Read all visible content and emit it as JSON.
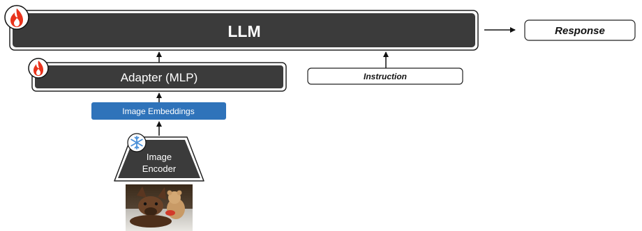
{
  "llm": {
    "label": "LLM",
    "trainable": true
  },
  "response": {
    "label": "Response"
  },
  "adapter": {
    "label": "Adapter (MLP)",
    "trainable": true
  },
  "instruction": {
    "label": "Instruction"
  },
  "embeddings": {
    "label": "Image Embeddings"
  },
  "encoder": {
    "line1": "Image",
    "line2": "Encoder",
    "frozen": true
  },
  "input_image": {
    "description": "photo"
  },
  "icons": {
    "trainable": "fire-icon",
    "frozen": "snowflake-icon"
  },
  "colors": {
    "block_fill": "#3b3b3b",
    "block_border": "#222222",
    "embeddings_fill": "#2f73ba",
    "fire_red": "#e8331c",
    "snow_blue": "#4a90d9"
  }
}
